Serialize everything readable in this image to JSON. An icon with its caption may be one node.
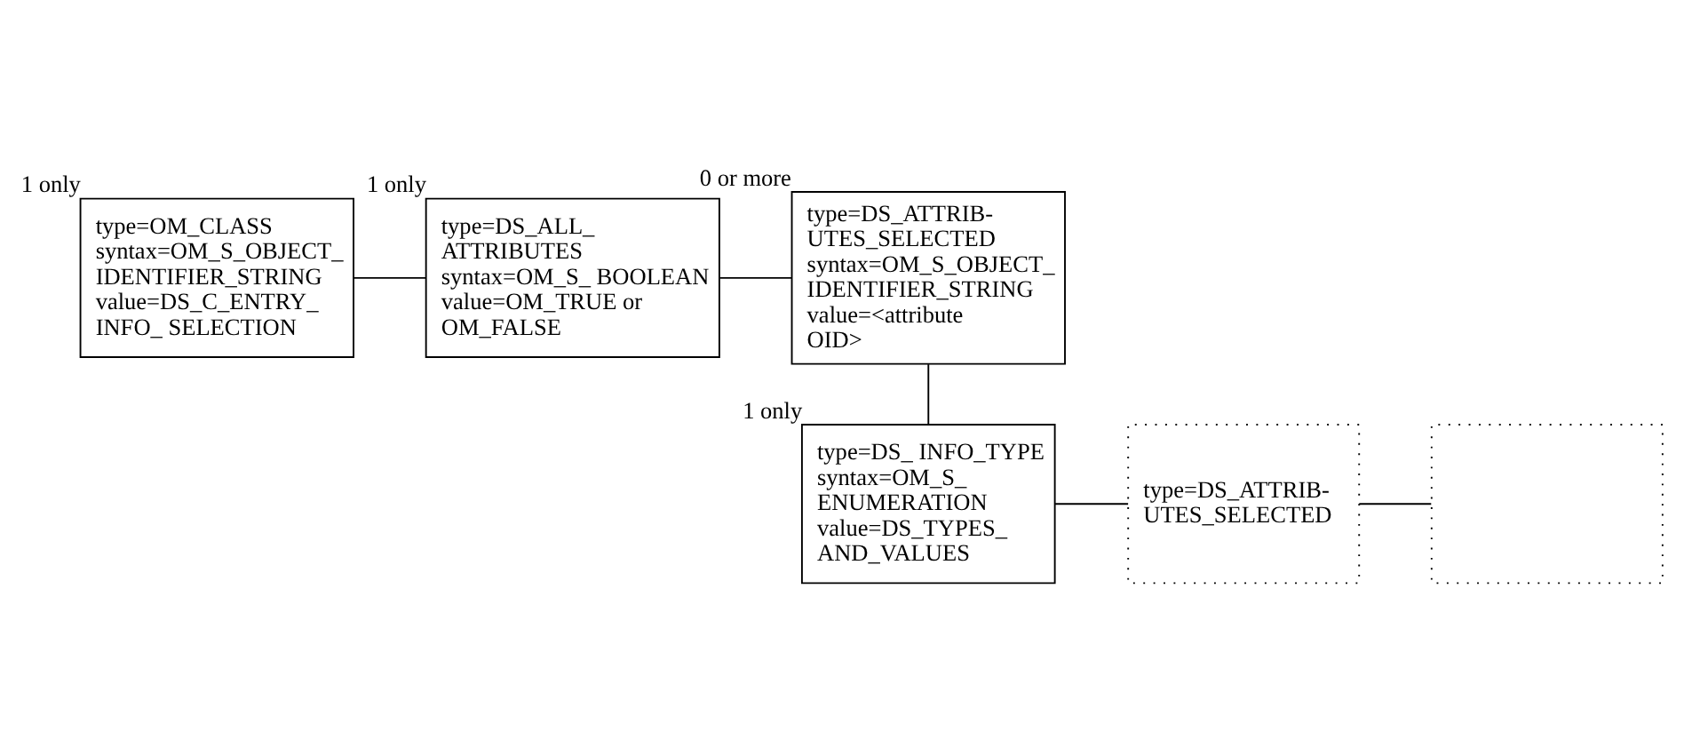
{
  "diagram": {
    "nodes": [
      {
        "text": [
          "type=OM_CLASS",
          "syntax=OM_S_OBJECT_ IDENTIFIER_STRING",
          "value=DS_C_ENTRY_ INFO_ SELECTION"
        ],
        "beside": [
          "1 only"
        ]
      },
      {
        "text": [
          "type=DS_ALL_ ATTRIBUTES",
          "syntax=OM_S_ BOOLEAN",
          "value=OM_TRUE or OM_FALSE"
        ],
        "beside": [
          "1 only"
        ]
      },
      {
        "text": [
          "type=DS_ATTRIB- UTES_SELECTED",
          "syntax=OM_S_OBJECT_ IDENTIFIER_STRING",
          "value=<attribute OID>"
        ],
        "beside": [
          "0 or more"
        ]
      },
      {
        "text": [
          "type=DS_ INFO_TYPE",
          "syntax=OM_S_ ENUMERATION",
          "value=DS_TYPES_ AND_VALUES"
        ],
        "beside": [
          "1 only"
        ]
      },
      {
        "text": [
          "type=DS_ATTRIB- UTES_SELECTED"
        ]
      },
      {
        "text": [],
        "shape": "box"
      }
    ],
    "edges": [
      {
        "from": 0,
        "to": 1,
        "arrow": "none"
      },
      {
        "from": 1,
        "to": 2,
        "arrow": "none"
      },
      {
        "from": 2,
        "to": 3,
        "arrow": "none"
      },
      {
        "from": 3,
        "to": 4,
        "arrow": "none"
      },
      {
        "from": 4,
        "to": 5,
        "arrow": "none"
      }
    ]
  }
}
